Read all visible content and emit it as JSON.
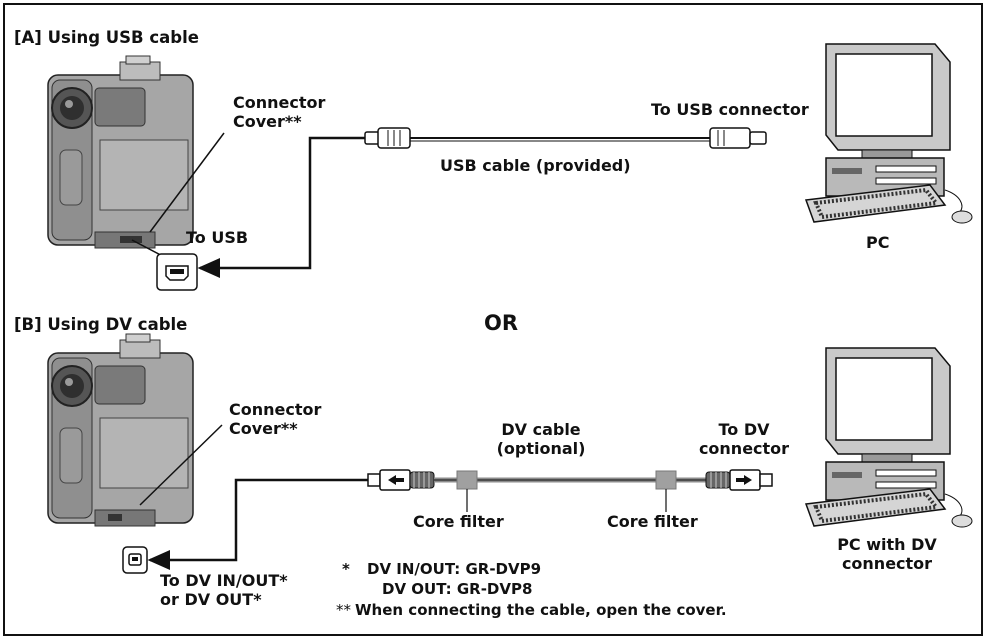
{
  "section_a": {
    "title": "[A]  Using USB cable",
    "connector_cover": [
      "Connector",
      "Cover**"
    ],
    "to_usb": "To USB",
    "to_usb_connector": "To USB connector",
    "cable_label": "USB cable (provided)",
    "pc_label": "PC"
  },
  "or_label": "OR",
  "section_b": {
    "title": "[B]  Using DV cable",
    "connector_cover": [
      "Connector",
      "Cover**"
    ],
    "dv_cable": [
      "DV cable",
      "(optional)"
    ],
    "to_dv_connector": [
      "To DV",
      "connector"
    ],
    "core_filter_left": "Core filter",
    "core_filter_right": "Core filter",
    "to_dv_in_out": [
      "To DV IN/OUT*",
      "or DV OUT*"
    ],
    "pc_label": [
      "PC with DV",
      "connector"
    ]
  },
  "notes": {
    "n1_mark": "*",
    "n1_line1": "DV IN/OUT: GR-DVP9",
    "n1_line2": "DV OUT: GR-DVP8",
    "n2_mark": "**",
    "n2_text": "When connecting the cable, open the cover."
  },
  "colors": {
    "line": "#111111",
    "camera_body": "#a6a6a6",
    "camera_dark": "#555555",
    "monitor_screen": "#ffffff",
    "cable_gray": "#8c8c8c"
  }
}
